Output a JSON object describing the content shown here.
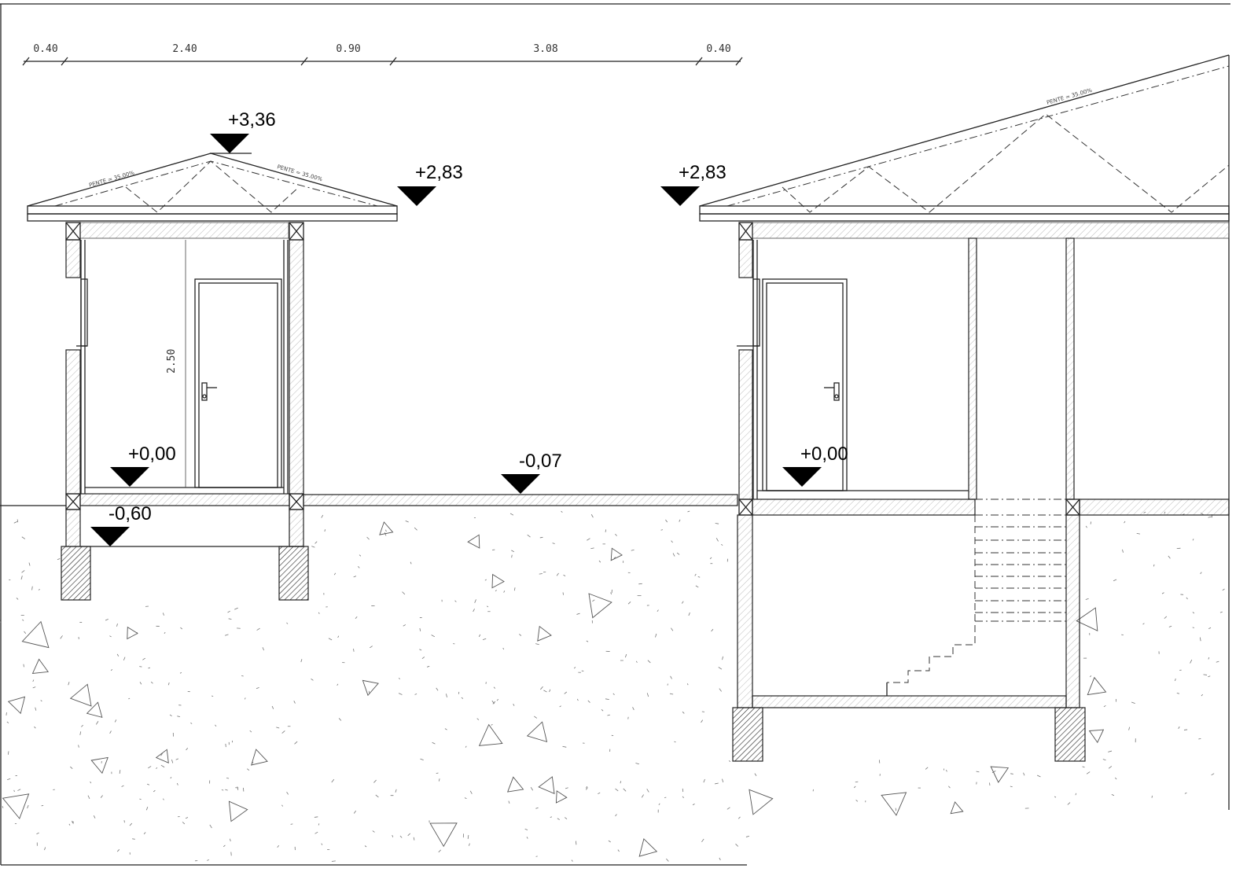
{
  "drawing": {
    "top_dimensions": [
      "0.40",
      "2.40",
      "0.90",
      "3.08",
      "0.40"
    ],
    "vertical_dimension": "2.50",
    "slope_label": "PENTE = 35.00%",
    "levels": {
      "left_ridge": "+3,36",
      "left_eave": "+2,83",
      "right_eave": "+2,83",
      "left_floor": "+0,00",
      "left_crawlspace": "-0,60",
      "ground": "-0,07",
      "right_floor": "+0,00"
    }
  }
}
